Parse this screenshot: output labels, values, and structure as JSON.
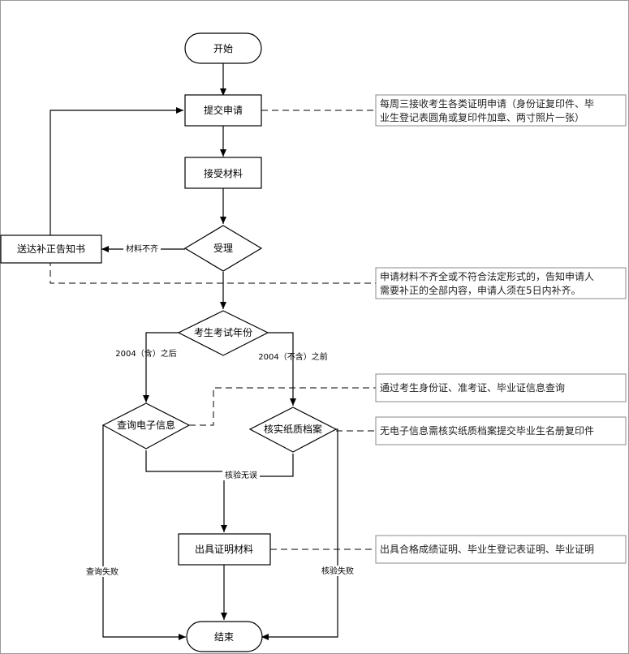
{
  "nodes": {
    "start": "开始",
    "submit": "提交申请",
    "receive": "接受材料",
    "accept": "受理",
    "notice": "送达补正告知书",
    "year": "考生考试年份",
    "query": "查询电子信息",
    "verify": "核实纸质档案",
    "issue": "出具证明材料",
    "end": "结束"
  },
  "edges": {
    "incomplete": "材料不齐",
    "after2004": "2004（含）之后",
    "before2004": "2004（不含）之前",
    "verified": "核验无误",
    "query_fail": "查询失败",
    "verify_fail": "核验失败"
  },
  "notes": {
    "submit_note": [
      "每周三接收考生各类证明申请（身份证复印件、毕",
      "业生登记表圆角或复印件加章、两寸照片一张）"
    ],
    "incomplete_note": [
      "申请材料不齐全或不符合法定形式的，告知申请人",
      "需要补正的全部内容，申请人须在5日内补齐。"
    ],
    "query_note": [
      "通过考生身份证、准考证、毕业证信息查询"
    ],
    "verify_note": [
      "无电子信息需核实纸质档案提交毕业生名册复印件"
    ],
    "issue_note": [
      "出具合格成绩证明、毕业生登记表证明、毕业证明"
    ]
  }
}
